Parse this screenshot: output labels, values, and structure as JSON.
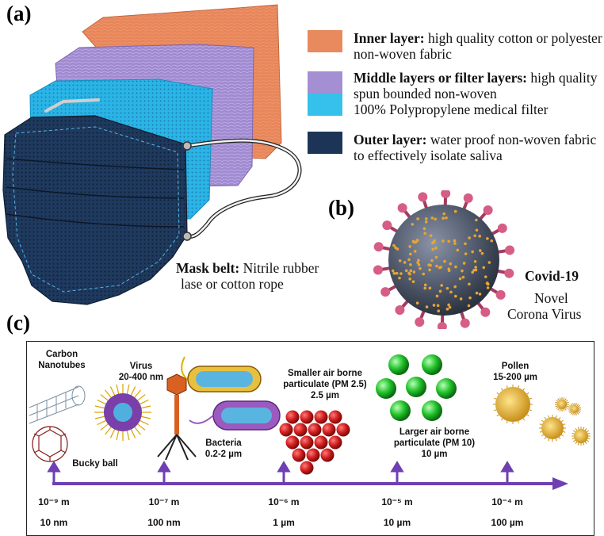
{
  "panels": {
    "a": "(a)",
    "b": "(b)",
    "c": "(c)"
  },
  "legend": [
    {
      "title": "Inner layer:",
      "text": " high quality cotton or polyester non-woven fabric",
      "color": "#e98a5e"
    },
    {
      "title": "Middle layers or filter layers:",
      "text": " high quality spun bounded non-woven",
      "color": "#a58fd3"
    },
    {
      "title": "",
      "text": "100% Polypropylene medical filter",
      "color": "#35c1ec"
    },
    {
      "title": "Outer layer:",
      "text": " water proof non-woven fabric to effectively isolate saliva",
      "color": "#1c3557"
    }
  ],
  "mask_belt": {
    "title": "Mask belt:",
    "text": " Nitrile rubber",
    "line2": "lase or cotton rope"
  },
  "virus": {
    "title": "Covid-19",
    "line1": "Novel",
    "line2": "Corona Virus"
  },
  "scale": {
    "items": {
      "carbon_nanotubes": "Carbon Nanotubes",
      "bucky_ball": "Bucky ball",
      "virus_title": "Virus",
      "virus_range": "20-400 nm",
      "bacteria_title": "Bacteria",
      "bacteria_range": "0.2-2 µm",
      "pm25_l1": "Smaller air borne",
      "pm25_l2": "particulate (PM 2.5)",
      "pm25_l3": "2.5 µm",
      "pm10_l1": "Larger air borne",
      "pm10_l2": "particulate (PM 10)",
      "pm10_l3": "10 µm",
      "pollen_title": "Pollen",
      "pollen_range": "15-200 µm"
    },
    "ticks": [
      {
        "m": "10⁻⁹ m",
        "unit": "10 nm"
      },
      {
        "m": "10⁻⁷ m",
        "unit": "100 nm"
      },
      {
        "m": "10⁻⁶ m",
        "unit": "1 µm"
      },
      {
        "m": "10⁻⁵ m",
        "unit": "10 µm"
      },
      {
        "m": "10⁻⁴ m",
        "unit": "100 µm"
      }
    ],
    "arrow_color": "#6f3fb3"
  }
}
